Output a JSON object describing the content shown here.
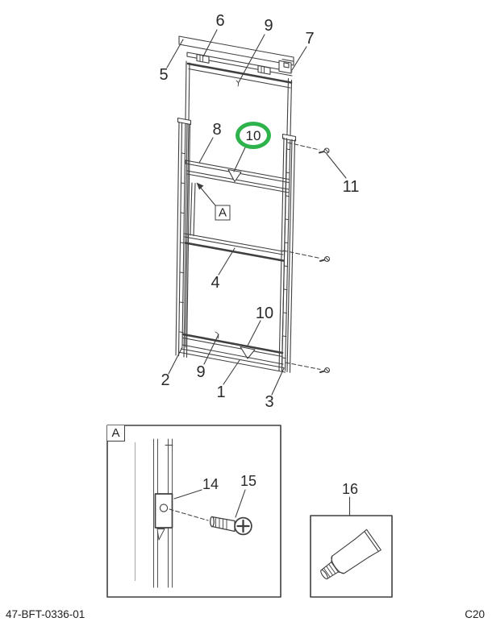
{
  "colors": {
    "background": "#ffffff",
    "line": "#3f3f3f",
    "highlight_circle": "#2eb24b"
  },
  "footer": {
    "doc_number": "47-BFT-0336-01",
    "page_code": "C20"
  },
  "main_view": {
    "callouts": {
      "part1": "1",
      "part2": "2",
      "part3": "3",
      "part4": "4",
      "part5": "5",
      "part6": "6",
      "part7": "7",
      "part8": "8",
      "part9_top": "9",
      "part9_bottom": "9",
      "part10_top": "10",
      "part10_bottom": "10",
      "part11": "11",
      "detail_ref": "A"
    }
  },
  "detail_view": {
    "label": "A",
    "callouts": {
      "part14": "14",
      "part15": "15"
    }
  },
  "accessory_view": {
    "callouts": {
      "part16": "16"
    }
  }
}
